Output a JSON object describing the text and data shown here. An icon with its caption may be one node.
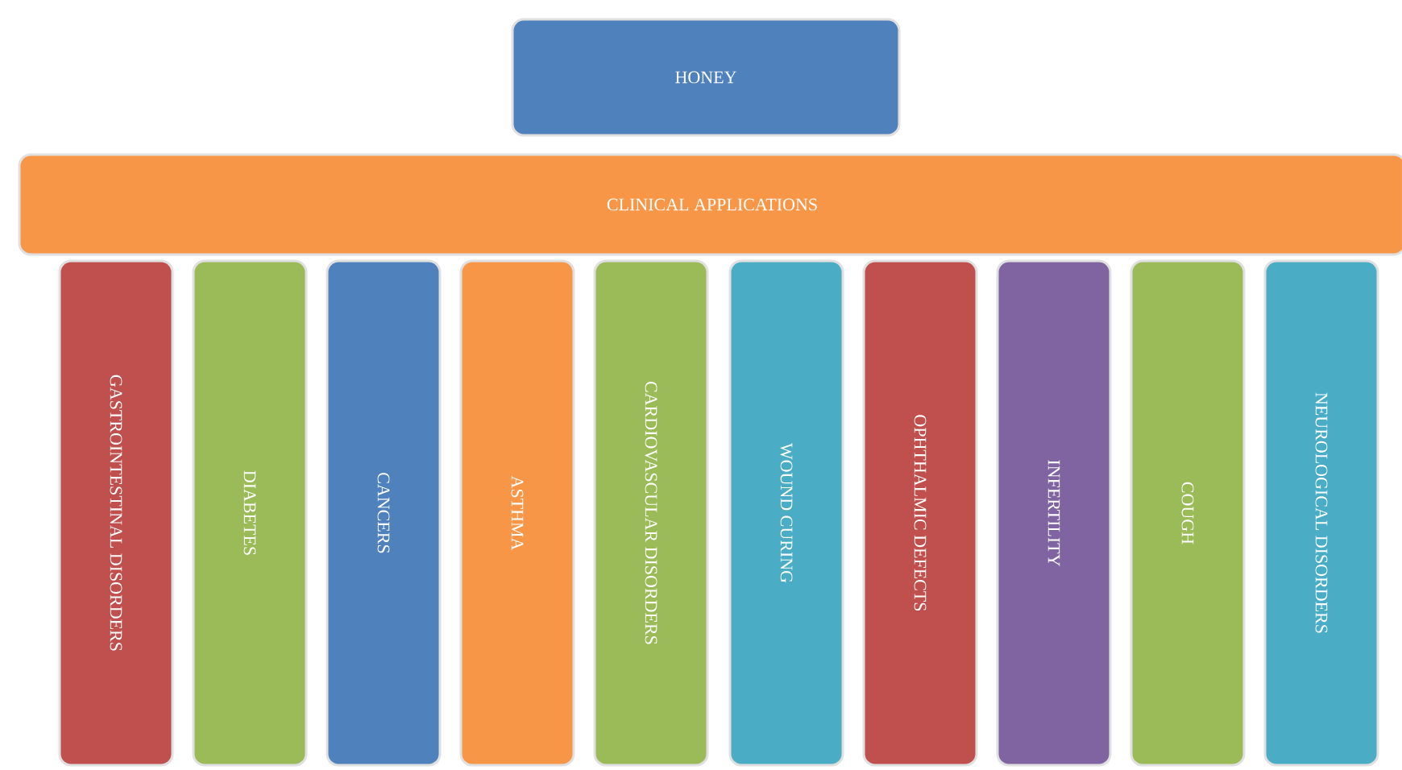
{
  "diagram": {
    "nodes": [
      {
        "text": [
          "HONEY"
        ]
      },
      {
        "text": [
          "CLINICAL APPLICATIONS"
        ]
      },
      {
        "text": [
          "GASTROINTESTINAL DISORDERS"
        ]
      },
      {
        "text": [
          "DIABETES"
        ]
      },
      {
        "text": [
          "CANCERS"
        ]
      },
      {
        "text": [
          "ASTHMA"
        ]
      },
      {
        "text": [
          "CARDIOVASCULAR DISORDERS"
        ]
      },
      {
        "text": [
          "WOUND CURING"
        ]
      },
      {
        "text": [
          "OPHTHALMIC DEFECTS"
        ]
      },
      {
        "text": [
          "INFERTILITY"
        ]
      },
      {
        "text": [
          "COUGH"
        ]
      },
      {
        "text": [
          "NEUROLOGICAL DISORDERS"
        ]
      }
    ]
  }
}
